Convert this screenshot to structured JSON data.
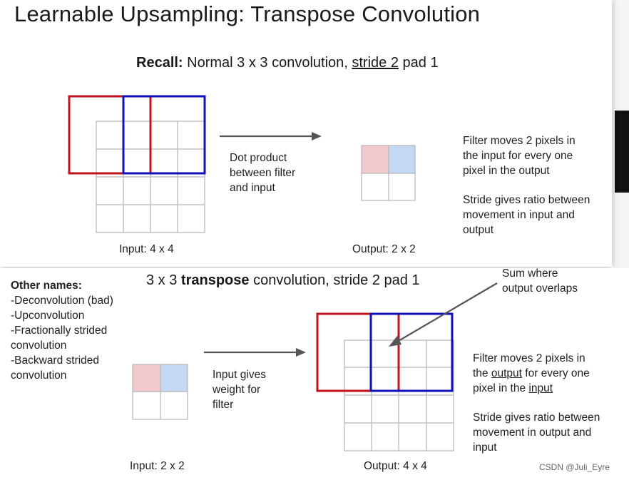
{
  "top_slide": {
    "title": "Learnable Upsampling: Transpose Convolution",
    "subtitle_bold": "Recall:",
    "subtitle_rest_1": " Normal 3 x 3 convolution, ",
    "subtitle_underlined": "stride 2",
    "subtitle_rest_2": " pad 1",
    "arrow_label": [
      "Dot product",
      "between filter",
      "and input"
    ],
    "input_caption": "Input: 4 x 4",
    "output_caption": "Output: 2 x 2",
    "note_1": [
      "Filter moves 2 pixels in",
      "the input for every one",
      "pixel in the output"
    ],
    "note_2": [
      "Stride gives ratio between",
      "movement in input and",
      "output"
    ]
  },
  "bottom_slide": {
    "subtitle_1": "3 x 3 ",
    "subtitle_bold": "transpose",
    "subtitle_2": " convolution, stride 2 pad 1",
    "other_names_title": "Other names:",
    "other_names": [
      "-Deconvolution (bad)",
      "-Upconvolution",
      "-Fractionally strided",
      "convolution",
      "-Backward strided",
      "convolution"
    ],
    "arrow_label": [
      "Input gives",
      "weight for",
      "filter"
    ],
    "sum_label": [
      "Sum where",
      "output overlaps"
    ],
    "note_1_parts": [
      "Filter moves 2 pixels in",
      "the ",
      "output",
      " for every one",
      "pixel in the ",
      "input"
    ],
    "note_2": [
      "Stride gives ratio between",
      "movement in output and",
      "input"
    ],
    "input_caption": "Input: 2 x 2",
    "output_caption": "Output: 4 x 4"
  },
  "watermark": "CSDN @Juli_Eyre",
  "colors": {
    "red": "#c0121f",
    "blue": "#1111b8",
    "cell_red": "#f2c9cd",
    "cell_blue": "#c4d8f4",
    "grid": "#b5b5b5",
    "arrow": "#555555"
  }
}
